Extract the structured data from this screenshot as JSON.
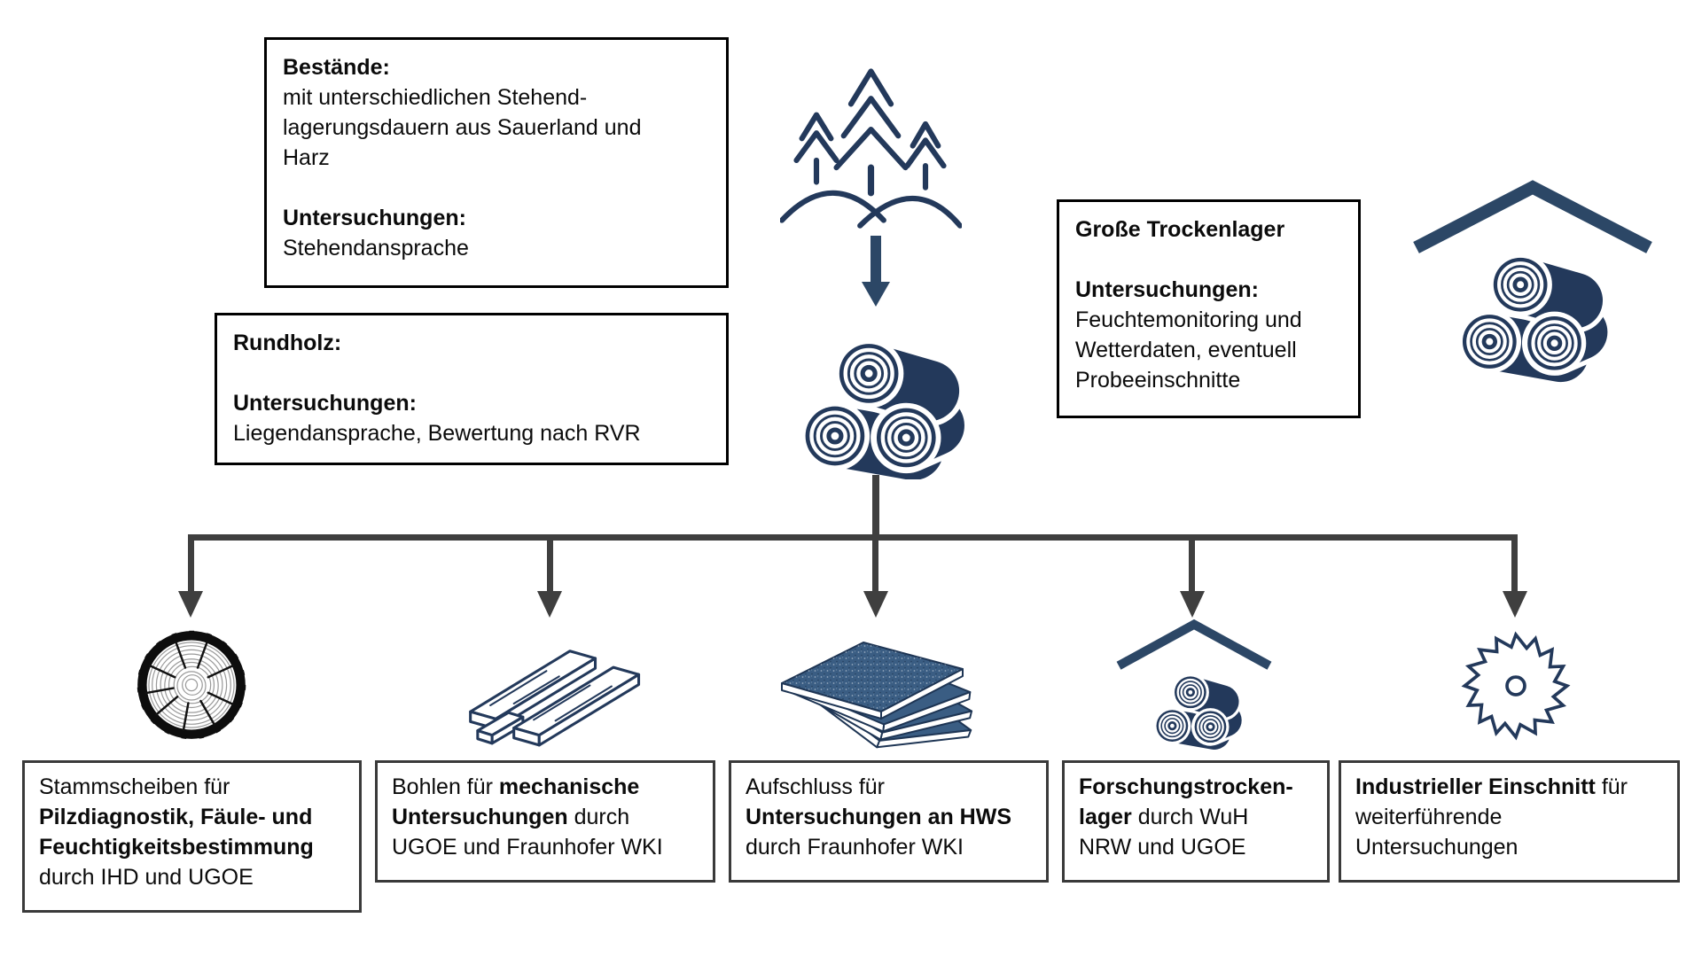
{
  "colors": {
    "icon_navy": "#23395b",
    "arrow_navy": "#2c4766",
    "line_gray": "#3f3f3f",
    "panel_blue": "#3a5d83",
    "bark_black": "#0d0d0d",
    "box_border_top": "#000000",
    "box_border_bottom": "#3a3a3a"
  },
  "icons": {
    "forest": "forest-trees-icon",
    "main_logs": "log-stack-icon",
    "storage_large": "roofed-log-storage-icon",
    "trunk_disc": "trunk-cross-section-icon",
    "planks": "wood-planks-icon",
    "panels": "wood-panel-stack-icon",
    "research_storage": "roofed-log-storage-icon",
    "saw": "circular-saw-blade-icon"
  },
  "boxes": {
    "bestaende": {
      "lines": [
        {
          "pre": "",
          "bold": "Bestände:",
          "post": ""
        },
        {
          "pre": "mit unterschiedlichen Stehend-",
          "bold": "",
          "post": ""
        },
        {
          "pre": "lagerungsdauern aus Sauerland und",
          "bold": "",
          "post": ""
        },
        {
          "pre": "Harz",
          "bold": "",
          "post": ""
        },
        {
          "pre": "",
          "bold": "",
          "post": ""
        },
        {
          "pre": "",
          "bold": "Untersuchungen:",
          "post": ""
        },
        {
          "pre": "Stehendansprache",
          "bold": "",
          "post": ""
        }
      ]
    },
    "rundholz": {
      "lines": [
        {
          "pre": "",
          "bold": "Rundholz:",
          "post": ""
        },
        {
          "pre": "",
          "bold": "",
          "post": ""
        },
        {
          "pre": "",
          "bold": "Untersuchungen:",
          "post": ""
        },
        {
          "pre": "Liegendansprache, Bewertung nach RVR",
          "bold": "",
          "post": ""
        }
      ]
    },
    "trockenlager": {
      "lines": [
        {
          "pre": "",
          "bold": "Große Trockenlager",
          "post": ""
        },
        {
          "pre": "",
          "bold": "",
          "post": ""
        },
        {
          "pre": "",
          "bold": "Untersuchungen:",
          "post": ""
        },
        {
          "pre": "Feuchtemonitoring und",
          "bold": "",
          "post": ""
        },
        {
          "pre": "Wetterdaten, eventuell",
          "bold": "",
          "post": ""
        },
        {
          "pre": "Probeeinschnitte",
          "bold": "",
          "post": ""
        }
      ]
    },
    "stammscheiben": {
      "lines": [
        {
          "pre": "Stammscheiben für",
          "bold": "",
          "post": ""
        },
        {
          "pre": "",
          "bold": "Pilzdiagnostik, Fäule- und",
          "post": ""
        },
        {
          "pre": "",
          "bold": "Feuchtigkeitsbestimmung",
          "post": ""
        },
        {
          "pre": "durch IHD und UGOE",
          "bold": "",
          "post": ""
        }
      ]
    },
    "bohlen": {
      "lines": [
        {
          "pre": "Bohlen für ",
          "bold": "mechanische",
          "post": ""
        },
        {
          "pre": "",
          "bold": "Untersuchungen",
          "post": " durch"
        },
        {
          "pre": "UGOE und Fraunhofer WKI",
          "bold": "",
          "post": ""
        }
      ]
    },
    "aufschluss": {
      "lines": [
        {
          "pre": "Aufschluss für",
          "bold": "",
          "post": ""
        },
        {
          "pre": "",
          "bold": "Untersuchungen an HWS",
          "post": ""
        },
        {
          "pre": "durch Fraunhofer WKI",
          "bold": "",
          "post": ""
        }
      ]
    },
    "forschungslager": {
      "lines": [
        {
          "pre": "",
          "bold": "Forschungstrocken-",
          "post": ""
        },
        {
          "pre": "",
          "bold": "lager",
          "post": " durch WuH"
        },
        {
          "pre": "NRW und UGOE",
          "bold": "",
          "post": ""
        }
      ]
    },
    "einschnitt": {
      "lines": [
        {
          "pre": "",
          "bold": "Industrieller Einschnitt",
          "post": " für"
        },
        {
          "pre": "weiterführende",
          "bold": "",
          "post": ""
        },
        {
          "pre": "Untersuchungen",
          "bold": "",
          "post": ""
        }
      ]
    }
  }
}
